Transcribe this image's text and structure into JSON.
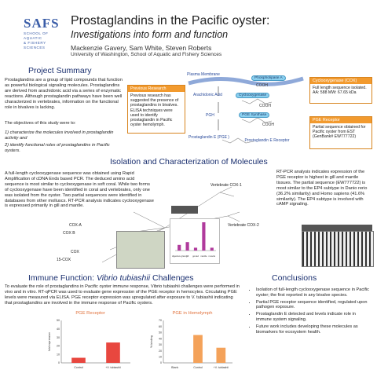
{
  "header": {
    "logo_mark": "SAFS",
    "logo_lines": [
      "SCHOOL OF",
      "AQUATIC",
      "& FISHERY",
      "SCIENCES"
    ],
    "title": "Prostaglandins in the Pacific oyster:",
    "subtitle": "Investigations into form and function",
    "authors": "Mackenzie Gavery, Sam White, Steven Roberts",
    "affiliation": "University of Washington, School of Aquatic and Fishery Sciences"
  },
  "summary": {
    "heading": "Project Summary",
    "intro": "Prostaglandins are a group of lipid compounds that function as powerful biological signaling molecules. Prostaglandins are derived from arachidonic acid via a series of enzymatic reactions. Although prostaglandin pathways have been well characterized in vertebrates, information on the functional role in bivalves is lacking.",
    "objectives_lead": "The objectives of this study were to:",
    "objective_1": "1) characterize the molecules involved in prostaglandin activity and",
    "objective_2": "2) identify functional roles of prostaglandins in Pacific oysters.",
    "previous_head": "Previous Research",
    "previous_body": "Previous research has suggested the presence of prostaglandins in bivalves. ELISA techniques were used to identify prostaglandin in Pacific oyster hemolymph."
  },
  "pathway": {
    "plasma_membrane": "Plasma Membrane",
    "phospholipase": "Phospholipase A",
    "cooh_1": "COOH",
    "arachidonic": "Arachidonic Acid",
    "cyclooxygenase": "Cyclooxygenase",
    "cooh_2": "COOH",
    "pgh2": "PGH",
    "pge_synthase": "PGE Synthase",
    "cooh_3": "COOH",
    "pge2": "Prostaglandin E (PGE )",
    "ep_receptor": "Prostaglandin E Receptor",
    "cox_head": "Cyclooxygenase (COX)",
    "cox_body": "Full length sequence isolated. AA: 588    MW: 67.65 kDa",
    "pge_head": "PGE Receptor",
    "pge_body": "Partial sequence obtained for Pacific oyster from EST (GenBank# EW777722)"
  },
  "isolation": {
    "heading": "Isolation and Characterization of Molecules",
    "left_text": "A full-length cyclooxygenase sequence was obtained using Rapid Amplification of cDNA Ends based PCR.  The deduced amino acid sequence is most similar to cyclooxygenase in soft coral. While two forms of cyclooxygenase have been identified in coral and vertebrates, only one was isolated from the oyster.  Two partial sequences were identified in databases from other molluscs. RT-PCR analysis indicates cyclooxygenase is expressed primarily in gill and mantle.",
    "right_text": "RT-PCR analysis indicates expression of the PGE receptor is highest in gill and mantle tissues.  The partial sequence (EW777722) is most similar to the EP4 subtype in Danio rerio (36.2% similarity) and Homo sapiens (41.6% similarity).  The EP4 subtype is involved with cAMP signaling.",
    "tree_labels": {
      "cox_a": "COX-A",
      "cox_b": "COX B",
      "cox": "COX",
      "cox_15": "15-COX",
      "vert_1": "Vertebrate COX-1",
      "vert_2": "Vertebrate COX-2"
    },
    "tissue_labels": [
      "digestive gland",
      "gill",
      "gonad",
      "mantle",
      "muscle"
    ]
  },
  "immune": {
    "heading": "Immune Function:",
    "heading_species": "Vibrio tubiashii",
    "heading_tail": "Challenges",
    "text": "To evaluate the role of prostaglandins in Pacific oyster immune response, Vibrio tubiashii challenges were performed in vivo and in vitro. RT-qPCR was used to evaluate gene expression of the PGE receptor in hemocytes. Circulating PGE levels were measured via ELISA.  PGE receptor expression was upregulated after exposure to V. tubiashii indicating that prostaglandins are involved in the immune response of Pacific oysters."
  },
  "conclusions": {
    "heading": "Conclusions",
    "items": [
      "Isolation of full-length cyclooxygenase sequence in Pacific oyster; the first reported in any bivalve species.",
      "Partial PGE receptor sequence identified, regulated upon pathogen exposure.",
      "Prostaglandin E detected and levels indicate role in immune system signaling.",
      "Future work includes developing these molecules as biomarkers for ecosystem health."
    ]
  },
  "colors": {
    "accent_blue": "#1a2f6f",
    "orange": "#f29a2e",
    "bar_red": "#e8473f",
    "bar_orange": "#f4a25a",
    "cyan": "#8bd0ef"
  },
  "chart_data": [
    {
      "type": "bar",
      "title": "PGE Receptor",
      "categories": [
        "Control",
        "+V. tubiashii"
      ],
      "values": [
        6,
        24
      ],
      "ylabel": "fold expression",
      "ylim": [
        0,
        50
      ],
      "yticks": [
        0,
        10,
        20,
        30,
        40,
        50
      ]
    },
    {
      "type": "bar",
      "title": "PGE in Hemolymph",
      "categories": [
        "Blank",
        "Control",
        "+V. tubiashii"
      ],
      "values": [
        0,
        46,
        25
      ],
      "ylabel": "% binding",
      "ylim": [
        0,
        70
      ],
      "yticks": [
        0,
        10,
        20,
        30,
        40,
        50,
        60,
        70
      ]
    },
    {
      "type": "bar",
      "title": "",
      "categories": [
        "digestive gland",
        "gill",
        "gonad",
        "mantle",
        "muscle"
      ],
      "values": [
        2,
        3,
        1,
        10,
        1
      ]
    }
  ]
}
